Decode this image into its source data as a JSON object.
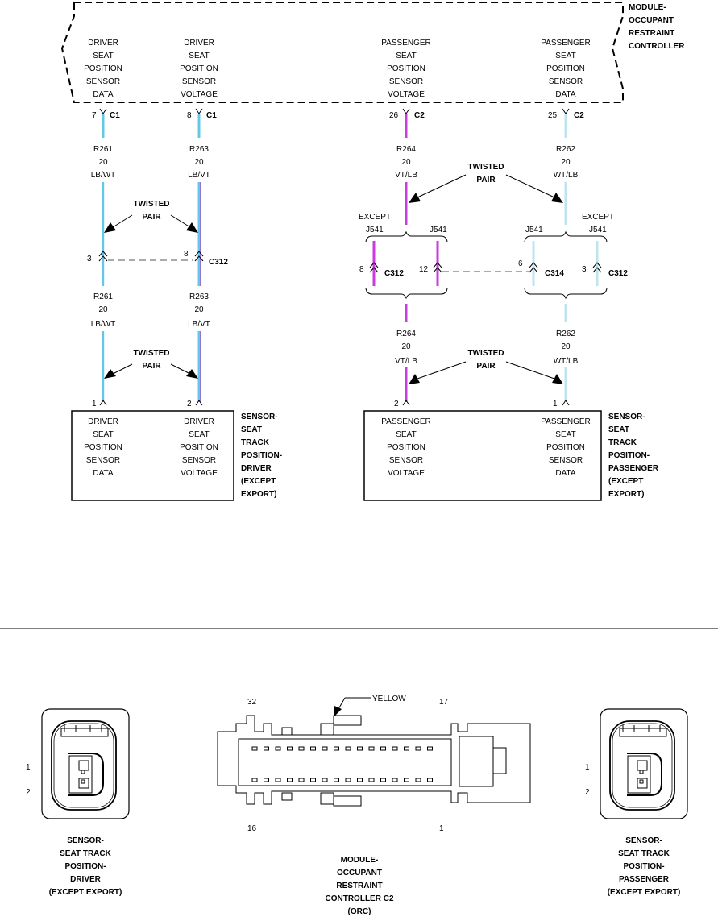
{
  "colors": {
    "lb_wt": "#63c8e8",
    "vt_lb": "#c83ce0",
    "wt_lb": "#bfe4ef",
    "line": "#000000"
  },
  "icons": {
    "connector_pin": "chevron-up-icon",
    "arrow": "filled-triangle-arrow-icon"
  },
  "module": {
    "title": [
      "MODULE-",
      "OCCUPANT",
      "RESTRAINT",
      "CONTROLLER"
    ],
    "pin_names": [
      [
        "DRIVER",
        "SEAT",
        "POSITION",
        "SENSOR",
        "DATA"
      ],
      [
        "DRIVER",
        "SEAT",
        "POSITION",
        "SENSOR",
        "VOLTAGE"
      ],
      [
        "PASSENGER",
        "SEAT",
        "POSITION",
        "SENSOR",
        "VOLTAGE"
      ],
      [
        "PASSENGER",
        "SEAT",
        "POSITION",
        "SENSOR",
        "DATA"
      ]
    ],
    "pins": [
      {
        "num": "7",
        "conn": "C1"
      },
      {
        "num": "8",
        "conn": "C1"
      },
      {
        "num": "26",
        "conn": "C2"
      },
      {
        "num": "25",
        "conn": "C2"
      }
    ]
  },
  "wires": {
    "upper": [
      [
        "R261",
        "20",
        "LB/WT"
      ],
      [
        "R263",
        "20",
        "LB/VT"
      ],
      [
        "R264",
        "20",
        "VT/LB"
      ],
      [
        "R262",
        "20",
        "WT/LB"
      ]
    ],
    "lower": [
      [
        "R261",
        "20",
        "LB/WT"
      ],
      [
        "R263",
        "20",
        "LB/VT"
      ],
      [
        "R264",
        "20",
        "VT/LB"
      ],
      [
        "R262",
        "20",
        "WT/LB"
      ]
    ]
  },
  "twisted_pair": [
    "TWISTED",
    "PAIR"
  ],
  "inline": {
    "driver": {
      "pin_a": "3",
      "pin_b": "8",
      "conn": "C312"
    },
    "pass_left": {
      "except": "EXCEPT",
      "opt_a": "J541",
      "opt_b": "J541",
      "pin_a": "8",
      "conn_a": "C312",
      "pin_b": "12"
    },
    "pass_right": {
      "except": "EXCEPT",
      "opt_a": "J541",
      "opt_b": "J541",
      "pin_a": "6",
      "conn_a": "C314",
      "pin_b": "3",
      "conn_b": "C312"
    }
  },
  "sensors": {
    "driver": {
      "pins": [
        "1",
        "2"
      ],
      "pin_names": [
        [
          "DRIVER",
          "SEAT",
          "POSITION",
          "SENSOR",
          "DATA"
        ],
        [
          "DRIVER",
          "SEAT",
          "POSITION",
          "SENSOR",
          "VOLTAGE"
        ]
      ],
      "title": [
        "SENSOR-",
        "SEAT",
        "TRACK",
        "POSITION-",
        "DRIVER",
        "(EXCEPT",
        "EXPORT)"
      ]
    },
    "passenger": {
      "pins": [
        "2",
        "1"
      ],
      "pin_names": [
        [
          "PASSENGER",
          "SEAT",
          "POSITION",
          "SENSOR",
          "VOLTAGE"
        ],
        [
          "PASSENGER",
          "SEAT",
          "POSITION",
          "SENSOR",
          "DATA"
        ]
      ],
      "title": [
        "SENSOR-",
        "SEAT",
        "TRACK",
        "POSITION-",
        "PASSENGER",
        "(EXCEPT",
        "EXPORT)"
      ]
    }
  },
  "connector_views": {
    "driver": {
      "pins": [
        "1",
        "2"
      ],
      "title": [
        "SENSOR-",
        "SEAT TRACK",
        "POSITION-",
        "DRIVER",
        "(EXCEPT EXPORT)"
      ]
    },
    "orc": {
      "pin_tl": "32",
      "pin_tr": "17",
      "pin_bl": "16",
      "pin_br": "1",
      "callout": "YELLOW",
      "title": [
        "MODULE-",
        "OCCUPANT",
        "RESTRAINT",
        "CONTROLLER C2",
        "(ORC)"
      ]
    },
    "passenger": {
      "pins": [
        "1",
        "2"
      ],
      "title": [
        "SENSOR-",
        "SEAT TRACK",
        "POSITION-",
        "PASSENGER",
        "(EXCEPT EXPORT)"
      ]
    }
  }
}
